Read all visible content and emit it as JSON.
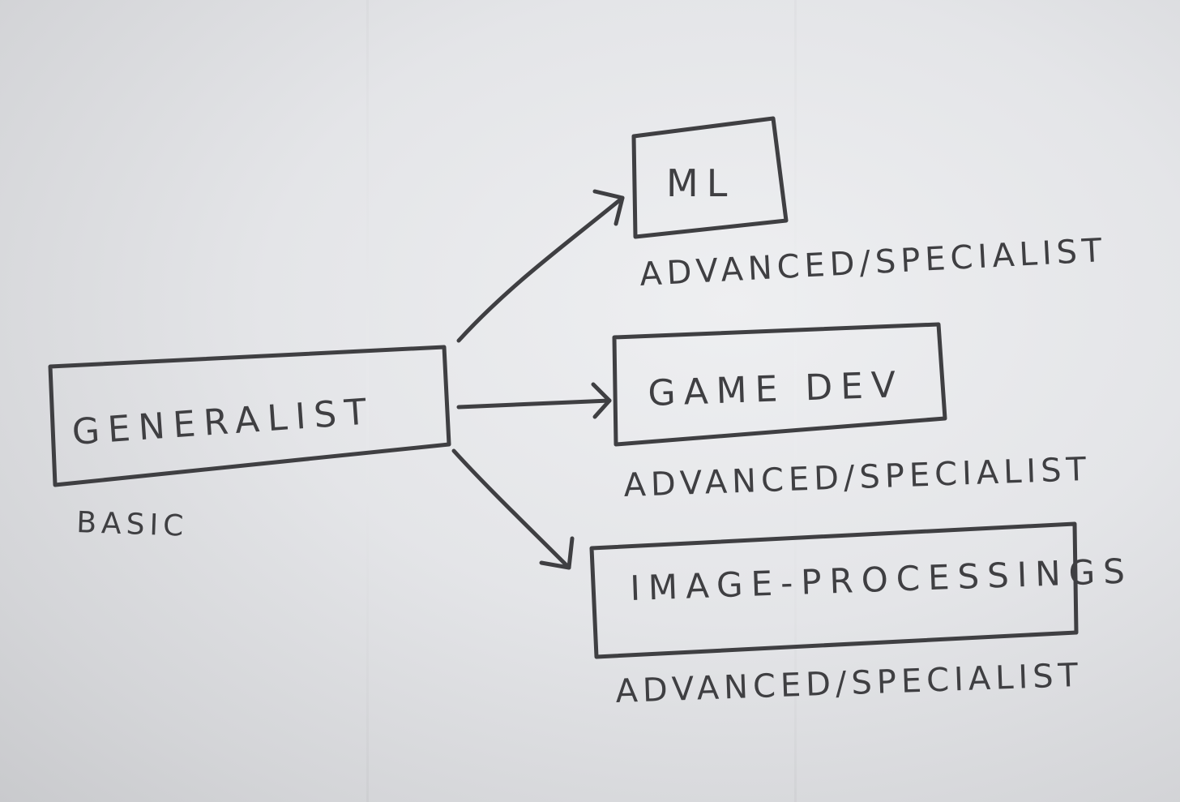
{
  "diagram": {
    "nodes": {
      "generalist": {
        "label": "GENERALIST",
        "level": "BASIC"
      },
      "ml": {
        "label": "ML",
        "level": "ADVANCED/SPECIALIST"
      },
      "game_dev": {
        "label": "GAME DEV",
        "level": "ADVANCED/SPECIALIST"
      },
      "image_processing": {
        "label": "IMAGE-PROCESSINGS",
        "level": "ADVANCED/SPECIALIST"
      }
    },
    "edges": [
      {
        "from": "generalist",
        "to": "ml"
      },
      {
        "from": "generalist",
        "to": "game_dev"
      },
      {
        "from": "generalist",
        "to": "image_processing"
      }
    ],
    "ink_color": "#3f3f42"
  }
}
